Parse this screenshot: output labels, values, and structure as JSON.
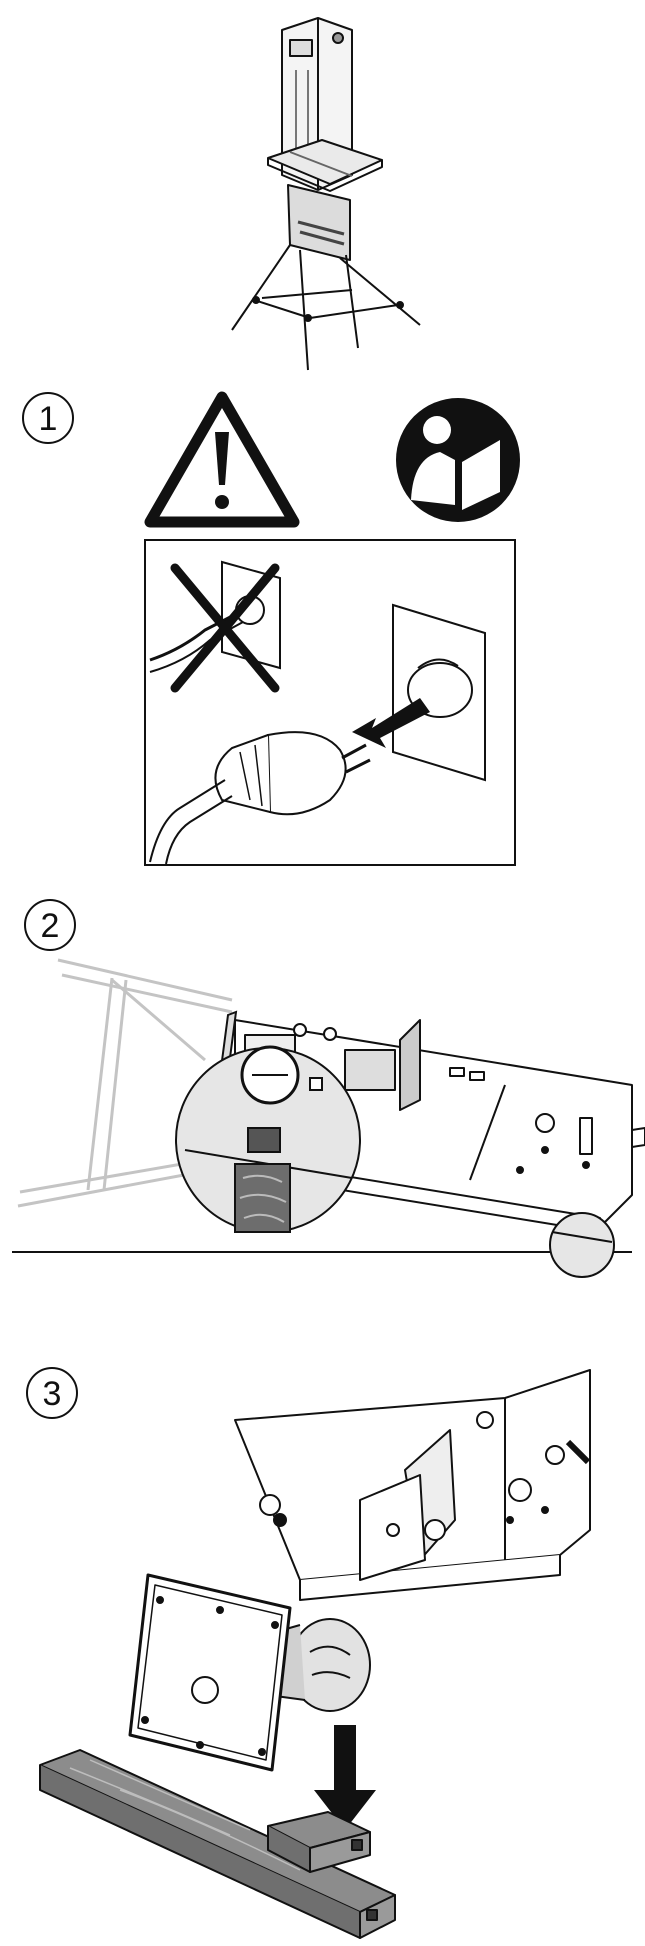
{
  "steps": [
    {
      "number": "1"
    },
    {
      "number": "2"
    },
    {
      "number": "3"
    }
  ],
  "icons": {
    "warning": "warning-triangle-icon",
    "manual": "read-manual-icon",
    "unplug": "unplug-power-icon"
  },
  "colors": {
    "line": "#111111",
    "ghost": "#c4c4c4",
    "circle_fill": "#e6e6e6",
    "wood": "#7a7a7a"
  }
}
